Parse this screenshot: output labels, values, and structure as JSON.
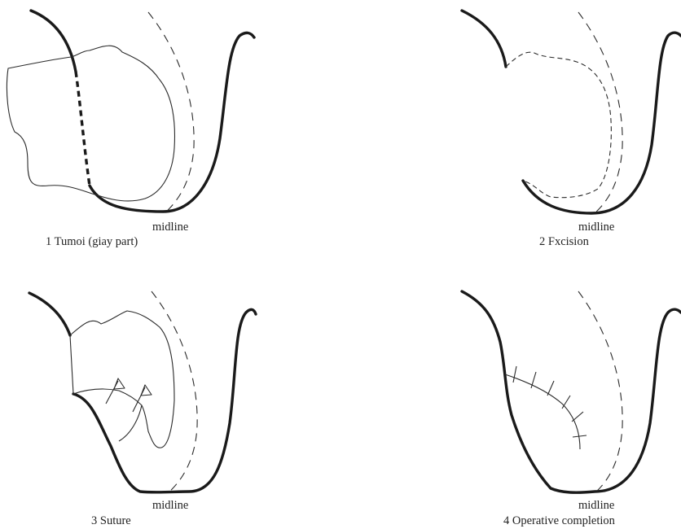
{
  "panels": [
    {
      "id": "p1",
      "midline_label": "midline",
      "caption": "1  Tumoi (giay part)"
    },
    {
      "id": "p2",
      "midline_label": "midline",
      "caption": "2  Fxcision"
    },
    {
      "id": "p3",
      "midline_label": "midline",
      "caption": "3  Suture"
    },
    {
      "id": "p4",
      "midline_label": "midline",
      "caption": "4  Operative completion"
    }
  ]
}
